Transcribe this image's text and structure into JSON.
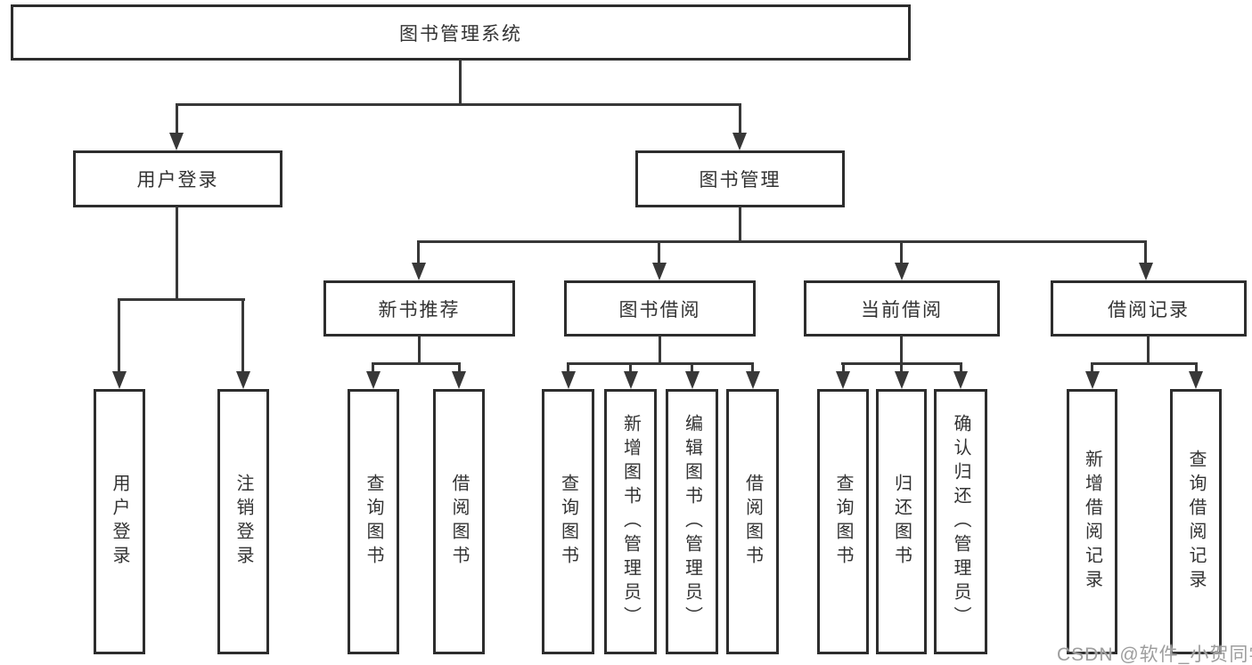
{
  "diagram_title": "图书管理系统",
  "tree": {
    "root": {
      "label": "图书管理系统"
    },
    "branches": [
      {
        "label": "用户登录",
        "leaves": [
          {
            "label": "用户登录"
          },
          {
            "label": "注销登录"
          }
        ]
      },
      {
        "label": "图书管理",
        "groups": [
          {
            "label": "新书推荐",
            "leaves": [
              {
                "label": "查询图书"
              },
              {
                "label": "借阅图书"
              }
            ]
          },
          {
            "label": "图书借阅",
            "leaves": [
              {
                "label": "查询图书"
              },
              {
                "label": "新增图书（管理员）"
              },
              {
                "label": "编辑图书（管理员）"
              },
              {
                "label": "借阅图书"
              }
            ]
          },
          {
            "label": "当前借阅",
            "leaves": [
              {
                "label": "查询图书"
              },
              {
                "label": "归还图书"
              },
              {
                "label": "确认归还（管理员）"
              }
            ]
          },
          {
            "label": "借阅记录",
            "leaves": [
              {
                "label": "新增借阅记录"
              },
              {
                "label": "查询借阅记录"
              }
            ]
          }
        ]
      }
    ]
  },
  "watermark": {
    "text": "CSDN @软件_小贺同学"
  },
  "colors": {
    "line": "#383838",
    "border": "#2d2d2d",
    "text": "#333333",
    "watermark": "#9d9d9d",
    "background": "#ffffff"
  }
}
